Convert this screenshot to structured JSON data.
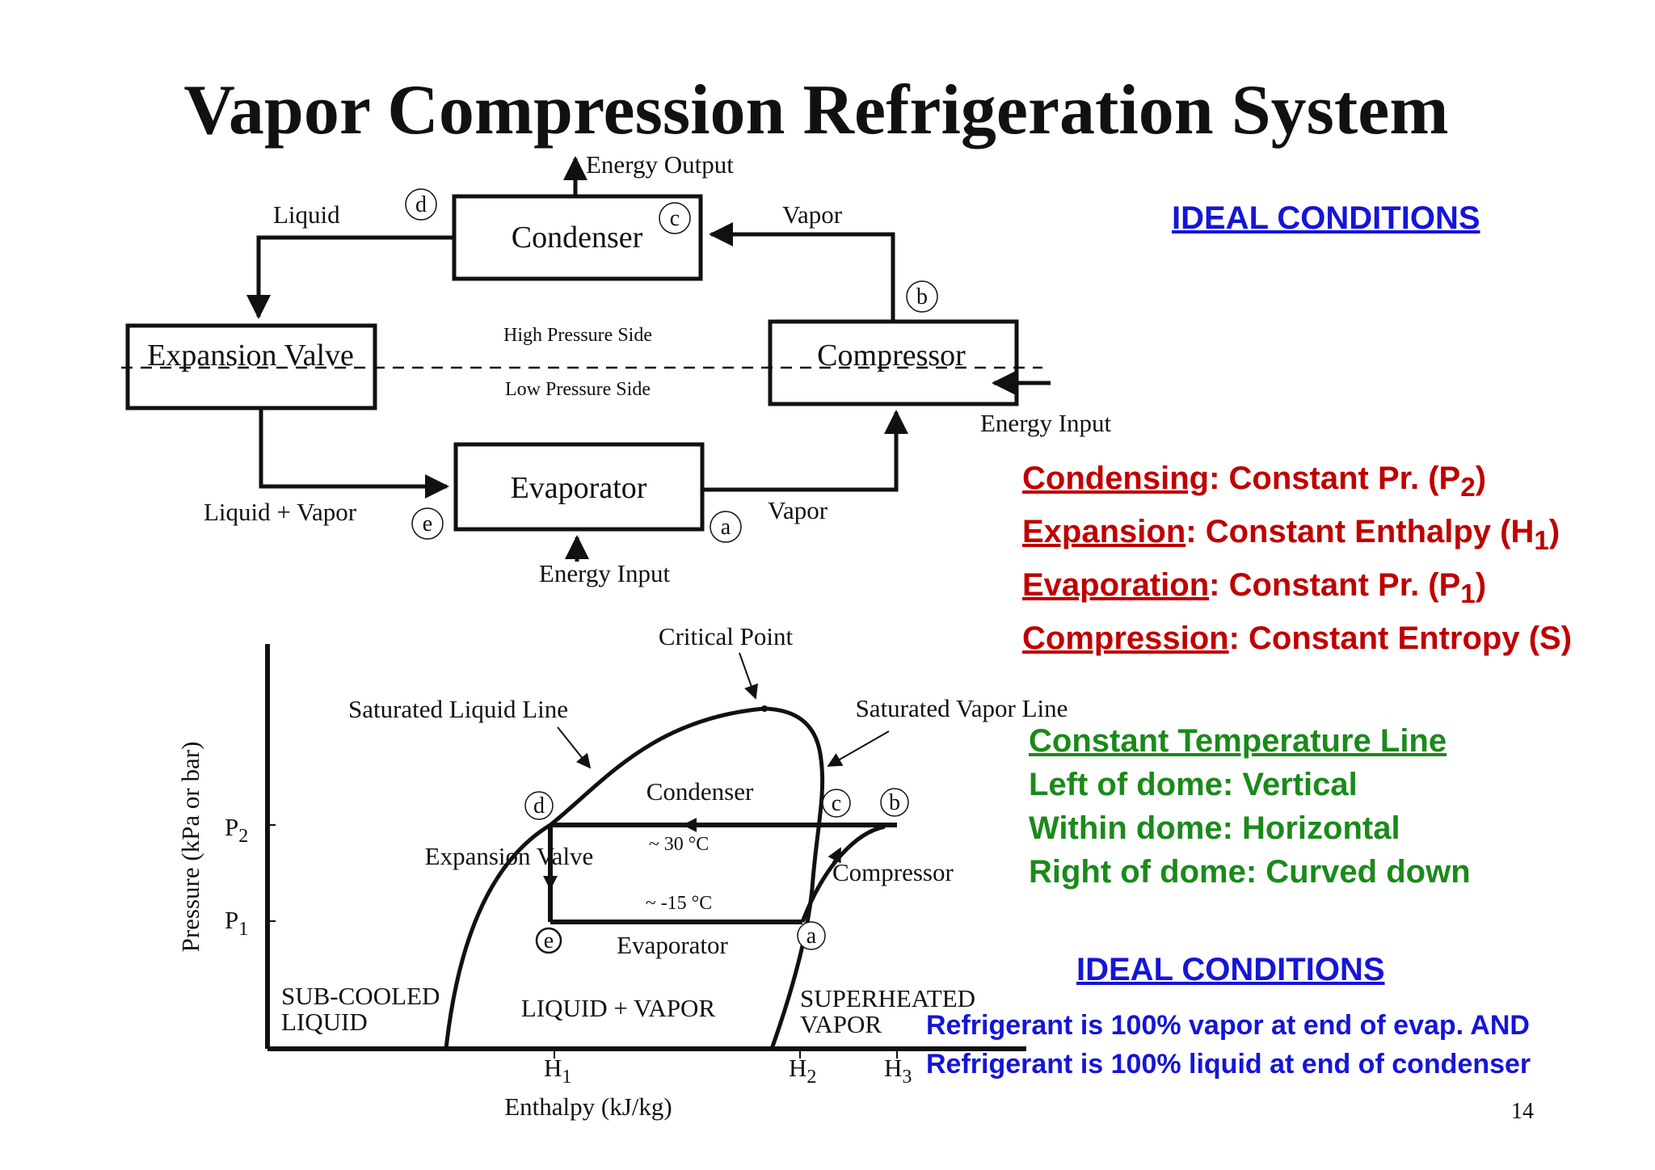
{
  "title": "Vapor Compression Refrigeration System",
  "cycle": {
    "boxes": {
      "condenser": "Condenser",
      "expansion_valve": "Expansion Valve",
      "compressor": "Compressor",
      "evaporator": "Evaporator"
    },
    "labels": {
      "energy_output": "Energy Output",
      "liquid": "Liquid",
      "vapor_top": "Vapor",
      "high_pressure": "High Pressure Side",
      "low_pressure": "Low Pressure Side",
      "energy_input_compressor": "Energy Input",
      "liquid_vapor": "Liquid + Vapor",
      "vapor_bottom": "Vapor",
      "energy_input_evaporator": "Energy Input"
    },
    "points": {
      "a": "a",
      "b": "b",
      "c": "c",
      "d": "d",
      "e": "e"
    }
  },
  "ph_diagram": {
    "y_axis_label": "Pressure (kPa or bar)",
    "x_axis_label": "Enthalpy (kJ/kg)",
    "p2": "P",
    "p2_sub": "2",
    "p1": "P",
    "p1_sub": "1",
    "h1": "H",
    "h1_sub": "1",
    "h2": "H",
    "h2_sub": "2",
    "h3": "H",
    "h3_sub": "3",
    "critical_point": "Critical Point",
    "sat_liquid": "Saturated Liquid Line",
    "sat_vapor": "Saturated Vapor Line",
    "condenser": "Condenser",
    "temp_high": "~ 30 °C",
    "expansion_valve": "Expansion Valve",
    "temp_low": "~ -15 °C",
    "evaporator": "Evaporator",
    "compressor": "Compressor",
    "subcooled_1": "SUB-COOLED",
    "subcooled_2": "LIQUID",
    "liquid_vapor": "LIQUID + VAPOR",
    "superheated_1": "SUPERHEATED",
    "superheated_2": "VAPOR",
    "points": {
      "a": "a",
      "b": "b",
      "c": "c",
      "d": "d",
      "e": "e"
    }
  },
  "right_panel": {
    "ideal_conditions_1": "IDEAL CONDITIONS",
    "processes": [
      {
        "term": "Condensing",
        "rest": ": Constant Pr. (P",
        "sub": "2",
        "end": ")"
      },
      {
        "term": "Expansion",
        "rest": ": Constant Enthalpy (H",
        "sub": "1",
        "end": ")"
      },
      {
        "term": "Evaporation",
        "rest": ": Constant Pr. (P",
        "sub": "1",
        "end": ")"
      },
      {
        "term": "Compression",
        "rest": ": Constant Entropy (S",
        "sub": "",
        "end": ")"
      }
    ],
    "temp_heading": "Constant Temperature Line",
    "temp_lines": [
      "Left of dome: Vertical",
      "Within dome: Horizontal",
      "Right of dome: Curved down"
    ],
    "ideal_conditions_2": "IDEAL CONDITIONS",
    "blue_lines": [
      "Refrigerant is 100% vapor at end of evap. AND",
      "Refrigerant is 100% liquid at end of condenser"
    ]
  },
  "page_number": "14",
  "colors": {
    "red": "#c00000",
    "green": "#1a8a1a",
    "blue": "#1515d8"
  }
}
